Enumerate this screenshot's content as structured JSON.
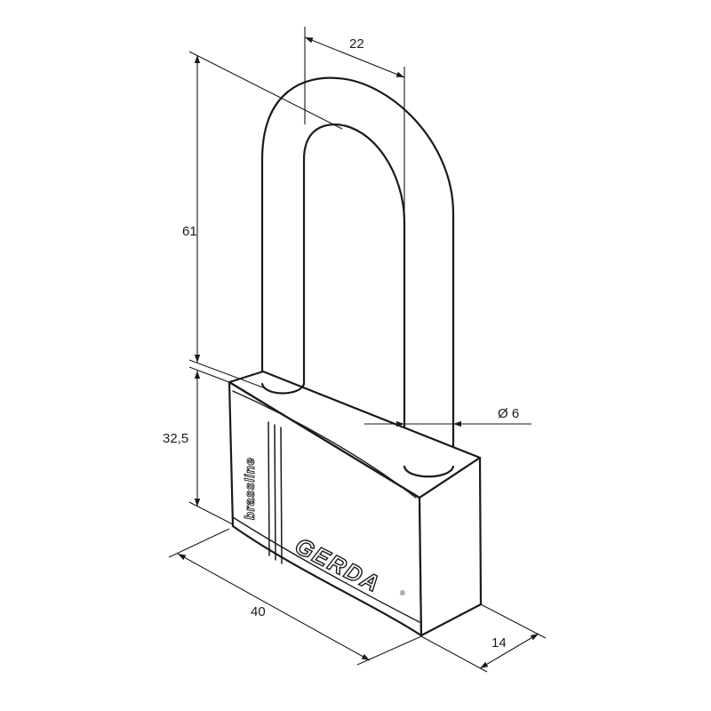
{
  "dimensions": {
    "shackle_width": "22",
    "shackle_height": "61",
    "body_height": "32,5",
    "shackle_diameter": "Ø 6",
    "body_width": "40",
    "body_depth": "14"
  },
  "brand": {
    "name": "GERDA",
    "registered": "®",
    "product_line": "brassline"
  },
  "colors": {
    "line": "#1a1a1a",
    "background": "#ffffff"
  }
}
